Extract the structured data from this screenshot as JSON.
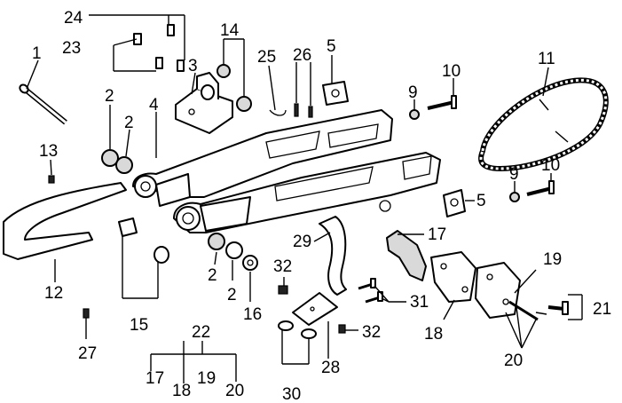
{
  "callouts": [
    {
      "id": "c24",
      "label": "24"
    },
    {
      "id": "c23",
      "label": "23"
    },
    {
      "id": "c14",
      "label": "14"
    },
    {
      "id": "c1",
      "label": "1"
    },
    {
      "id": "c3",
      "label": "3"
    },
    {
      "id": "c25",
      "label": "25"
    },
    {
      "id": "c26",
      "label": "26"
    },
    {
      "id": "c5a",
      "label": "5"
    },
    {
      "id": "c11",
      "label": "11"
    },
    {
      "id": "c10a",
      "label": "10"
    },
    {
      "id": "c9a",
      "label": "9"
    },
    {
      "id": "c2a",
      "label": "2"
    },
    {
      "id": "c4",
      "label": "4"
    },
    {
      "id": "c2b",
      "label": "2"
    },
    {
      "id": "c13",
      "label": "13"
    },
    {
      "id": "c9b",
      "label": "9"
    },
    {
      "id": "c10b",
      "label": "10"
    },
    {
      "id": "c5b",
      "label": "5"
    },
    {
      "id": "c17a",
      "label": "17"
    },
    {
      "id": "c29",
      "label": "29"
    },
    {
      "id": "c19a",
      "label": "19"
    },
    {
      "id": "c32a",
      "label": "32"
    },
    {
      "id": "c2c",
      "label": "2"
    },
    {
      "id": "c2d",
      "label": "2"
    },
    {
      "id": "c12",
      "label": "12"
    },
    {
      "id": "c16",
      "label": "16"
    },
    {
      "id": "c31",
      "label": "31"
    },
    {
      "id": "c21",
      "label": "21"
    },
    {
      "id": "c15",
      "label": "15"
    },
    {
      "id": "c18a",
      "label": "18"
    },
    {
      "id": "c27",
      "label": "27"
    },
    {
      "id": "c22",
      "label": "22"
    },
    {
      "id": "c32b",
      "label": "32"
    },
    {
      "id": "c20a",
      "label": "20"
    },
    {
      "id": "c17b",
      "label": "17"
    },
    {
      "id": "c19b",
      "label": "19"
    },
    {
      "id": "c28",
      "label": "28"
    },
    {
      "id": "c18b",
      "label": "18"
    },
    {
      "id": "c20b",
      "label": "20"
    },
    {
      "id": "c30",
      "label": "30"
    }
  ]
}
